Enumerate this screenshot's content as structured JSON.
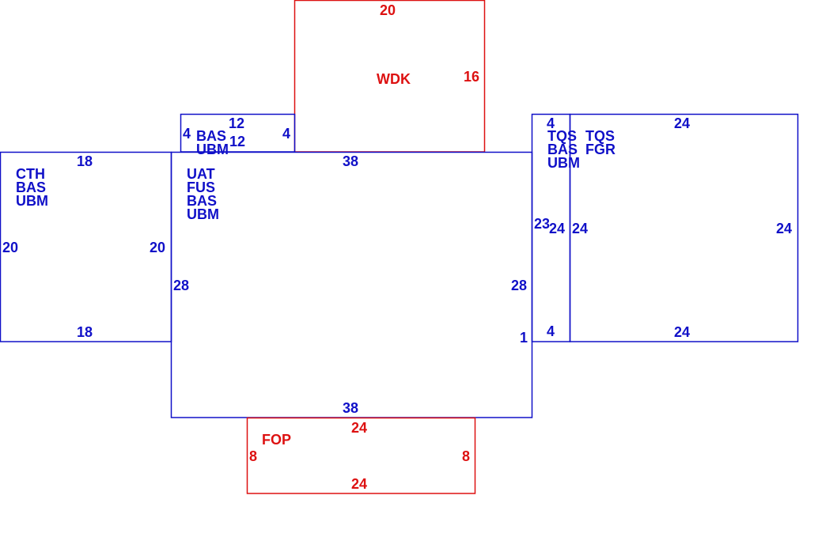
{
  "colors": {
    "blue": "#1010c8",
    "red": "#dd1111"
  },
  "rooms": [
    {
      "id": "wdk",
      "color": "red",
      "name_lines": [
        "WDK"
      ],
      "dims": [
        "20",
        "16"
      ]
    },
    {
      "id": "bas-small",
      "color": "blue",
      "name_lines": [
        "BAS",
        "UBM"
      ],
      "dims": [
        "12",
        "12",
        "4",
        "4"
      ]
    },
    {
      "id": "cth",
      "color": "blue",
      "name_lines": [
        "CTH",
        "BAS",
        "UBM"
      ],
      "dims": [
        "18",
        "18",
        "20",
        "20"
      ]
    },
    {
      "id": "uat",
      "color": "blue",
      "name_lines": [
        "UAT",
        "FUS",
        "BAS",
        "UBM"
      ],
      "dims": [
        "38",
        "38",
        "28",
        "28",
        "1"
      ]
    },
    {
      "id": "tqs-narrow",
      "color": "blue",
      "name_lines": [
        "TQS",
        "BAS",
        "UBM"
      ],
      "dims": [
        "4",
        "4",
        "23",
        "24"
      ]
    },
    {
      "id": "tqs-fgr",
      "color": "blue",
      "name_lines": [
        "TQS",
        "FGR"
      ],
      "dims": [
        "24",
        "24",
        "24",
        "24"
      ]
    },
    {
      "id": "fop",
      "color": "red",
      "name_lines": [
        "FOP"
      ],
      "dims": [
        "24",
        "24",
        "8",
        "8"
      ]
    }
  ]
}
